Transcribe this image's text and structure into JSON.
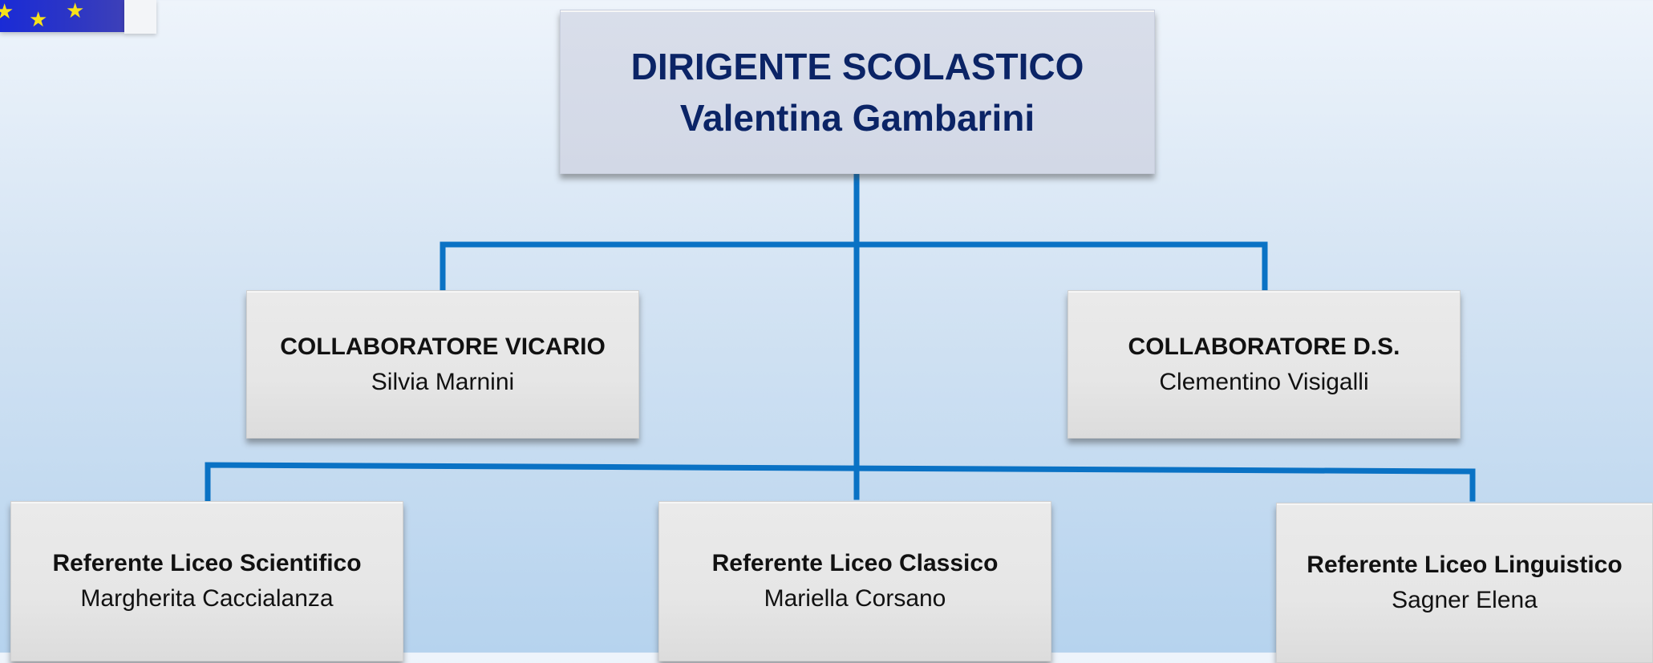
{
  "org_chart": {
    "head": {
      "role": "DIRIGENTE SCOLASTICO",
      "name": "Valentina Gambarini"
    },
    "collaborators": [
      {
        "role": "COLLABORATORE VICARIO",
        "name": "Silvia Marnini"
      },
      {
        "role": "COLLABORATORE D.S.",
        "name": "Clementino Visigalli"
      }
    ],
    "referents": [
      {
        "role": "Referente Liceo Scientifico",
        "name": "Margherita Caccialanza"
      },
      {
        "role": "Referente Liceo Classico",
        "name": "Mariella Corsano"
      },
      {
        "role": "Referente Liceo Linguistico",
        "name": "Sagner Elena"
      }
    ]
  },
  "colors": {
    "connector": "#0a72c4",
    "head_text": "#0b2466",
    "box_fill": "#e6e6e6",
    "head_fill": "#d3d9e7"
  },
  "logo": {
    "icon": "eu-flag-icon"
  }
}
